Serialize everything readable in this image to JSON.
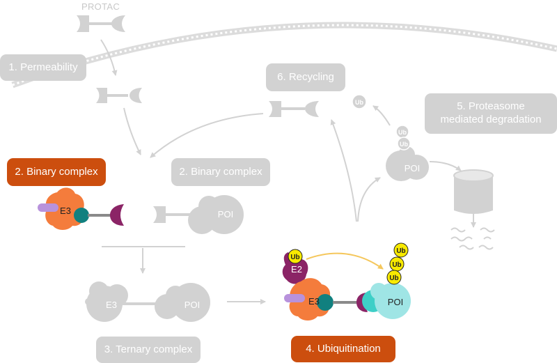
{
  "title": "PROTAC",
  "steps": {
    "permeability": "1. Permeability",
    "binary_active": "2. Binary complex",
    "binary_inactive": "2. Binary complex",
    "ternary": "3. Ternary complex",
    "ubiquitination": "4. Ubiquitination",
    "proteasome": "5. Proteasome mediated degradation",
    "recycling": "6. Recycling"
  },
  "molecules": {
    "e3": "E3",
    "e2": "E2",
    "poi": "POI",
    "ub": "Ub"
  },
  "colors": {
    "active_step": "#cc4e0e",
    "inactive": "#d2d2d2",
    "e3": "#f47c3c",
    "lilac": "#b892dc",
    "teal": "#11807f",
    "magenta": "#8b2466",
    "poi": "#9fe5e5",
    "poi_dark": "#3ecfc7",
    "ub": "#f8ea00",
    "arrow_yellow": "#f5c75c"
  }
}
